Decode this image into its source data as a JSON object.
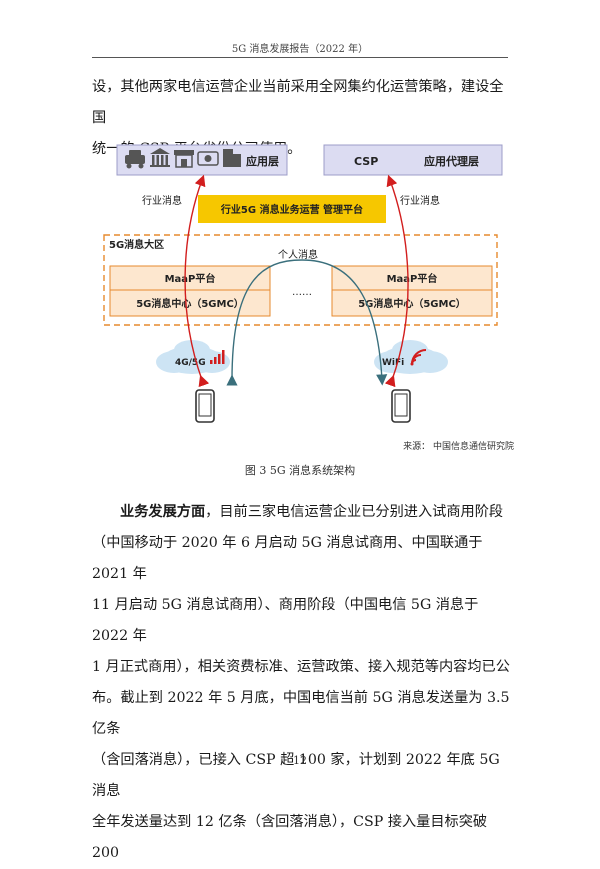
{
  "header": {
    "title": "5G 消息发展报告（2022 年）"
  },
  "para1": {
    "line1": "设，其他两家电信运营企业当前采用全网集约化运营策略，建设全国",
    "line2": "统一的 CSP 平台省份公司使用。"
  },
  "figure": {
    "app_layer": "应用层",
    "csp": "CSP",
    "app_agent_layer": "应用代理层",
    "platform": "行业5G 消息业务运营 管理平台",
    "industry_msg_left": "行业消息",
    "industry_msg_right": "行业消息",
    "region": "5G消息大区",
    "personal_msg": "个人消息",
    "maap_left": "MaaP平台",
    "maap_right": "MaaP平台",
    "gmc_left": "5G消息中心（5GMC）",
    "gmc_right": "5G消息中心（5GMC）",
    "dots": "……",
    "cloud_left": "4G/5G",
    "cloud_right": "WiFi",
    "source": "来源： 中国信息通信研究院"
  },
  "caption": "图 3 5G 消息系统架构",
  "para2": {
    "lead": "业务发展方面",
    "l1": "，目前三家电信运营企业已分别进入试商用阶段",
    "l2": "（中国移动于 2020 年 6 月启动 5G 消息试商用、中国联通于 2021 年",
    "l3": "11 月启动 5G 消息试商用）、商用阶段（中国电信 5G 消息于 2022 年",
    "l4": "1 月正式商用），相关资费标准、运营政策、接入规范等内容均已公",
    "l5": "布。截止到 2022 年 5 月底，中国电信当前 5G 消息发送量为 3.5 亿条",
    "l6": "（含回落消息），已接入 CSP 超 100 家，计划到 2022 年底 5G 消息",
    "l7": "全年发送量达到 12 亿条（含回落消息），CSP 接入量目标突破 200"
  },
  "page_number": "12",
  "colors": {
    "gold": "#f6c700",
    "orange": "#e68a2e",
    "peach": "#fde7cf",
    "lavender": "#dcdcf2",
    "red_arrow": "#d21e1e",
    "teal_arrow": "#3a6f7c"
  }
}
